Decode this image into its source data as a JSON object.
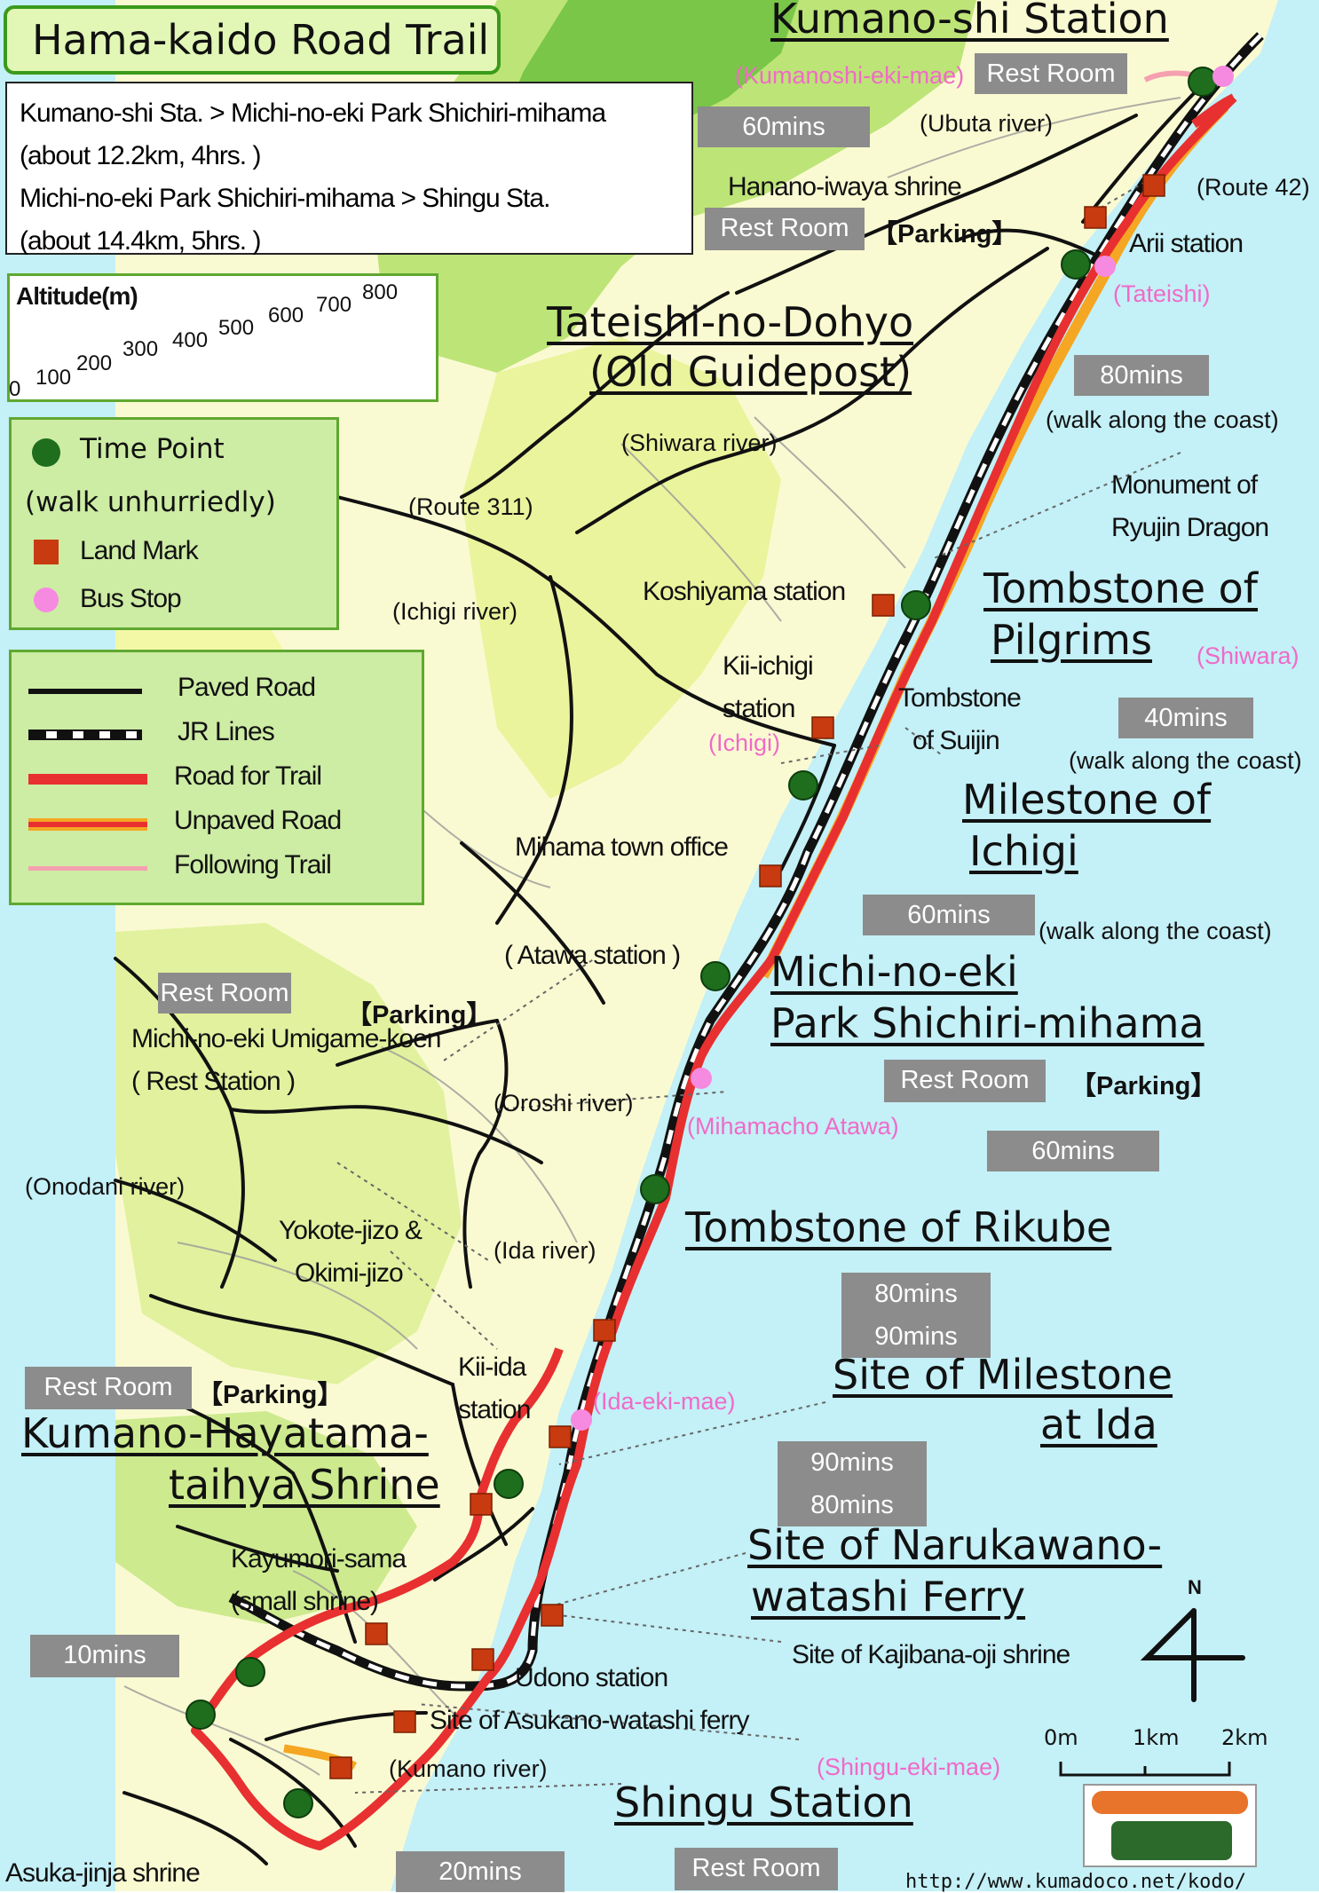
{
  "title": "Hama-kaido Road Trail",
  "route_info": [
    "Kumano-shi Sta. > Michi-no-eki Park Shichiri-mihama",
    "(about 12.2km, 4hrs. )",
    "Michi-no-eki Park Shichiri-mihama > Shingu Sta.",
    "(about 14.4km, 5hrs. )"
  ],
  "altitude": {
    "label": "Altitude(m)",
    "values": [
      "0",
      "100",
      "200",
      "300",
      "400",
      "500",
      "600",
      "700",
      "800"
    ],
    "colors": [
      "#f7f7a0",
      "#eef78a",
      "#dff07a",
      "#c7e86a",
      "#a8dc58",
      "#86cc44",
      "#5cb934",
      "#3aa228",
      "#1f8a1e"
    ]
  },
  "legend_points": {
    "time_point": "Time Point",
    "time_point_note": "(walk unhurriedly)",
    "land_mark": "Land Mark",
    "bus_stop": "Bus Stop"
  },
  "legend_lines": {
    "paved": "Paved Road",
    "jr": "JR Lines",
    "trail": "Road for Trail",
    "unpaved": "Unpaved Road",
    "following": "Following Trail"
  },
  "colors": {
    "sea": "#c4f0f7",
    "land": "#fafad2",
    "trail": "#e83030",
    "unpaved": "#f5a623",
    "time_point": "#1e6e1e",
    "land_mark": "#c83a10",
    "bus_stop": "#f58ae0",
    "badge": "#8c8c8c",
    "following": "#f5a0b0"
  },
  "labels": {
    "kumanoshi_station": "Kumano-shi Station",
    "kumanoshi_ekimae": "(Kumanoshi-eki-mae)",
    "ubuta_river": "(Ubuta river)",
    "hanano_iwaya": "Hanano-iwaya shrine",
    "route42": "(Route 42)",
    "arii_station": "Arii station",
    "tateishi": "(Tateishi)",
    "tateishi_dohyo_1": "Tateishi-no-Dohyo",
    "tateishi_dohyo_2": "(Old Guidepost)",
    "walk_coast": "(walk along the coast)",
    "shiwara_river": "(Shiwara river)",
    "route311": "(Route 311)",
    "monument_1": "Monument of",
    "monument_2": "Ryujin Dragon",
    "ichigi_river": "(Ichigi river)",
    "koshiyama": "Koshiyama station",
    "tomb_pilgrims_1": "Tombstone of",
    "tomb_pilgrims_2": "Pilgrims",
    "shiwara": "(Shiwara)",
    "kii_ichigi_1": "Kii-ichigi",
    "kii_ichigi_2": "station",
    "ichigi": "(Ichigi)",
    "tomb_suijin_1": "Tombstone",
    "tomb_suijin_2": "of Suijin",
    "milestone_ichigi_1": "Milestone of",
    "milestone_ichigi_2": "Ichigi",
    "mihama_office": "Mihama town office",
    "atawa": "( Atawa station )",
    "michinoeki_1": "Michi-no-eki",
    "michinoeki_2": "Park Shichiri-mihama",
    "umigame_1": "Michi-no-eki Umigame-koen",
    "umigame_2": "( Rest Station )",
    "oroshi_river": "(Oroshi river)",
    "mihamacho_atawa": "(Mihamacho Atawa)",
    "onodani_river": "(Onodani river)",
    "tomb_rikube": "Tombstone of Rikube",
    "yokote_1": "Yokote-jizo &",
    "yokote_2": "Okimi-jizo",
    "ida_river": "(Ida river)",
    "milestone_ida_1": "Site of Milestone",
    "milestone_ida_2": "at   Ida",
    "kii_ida_1": "Kii-ida",
    "kii_ida_2": "station",
    "ida_ekimae": "(Ida-eki-mae)",
    "hayatama_1": "Kumano-Hayatama-",
    "hayatama_2": "taihya Shrine",
    "kayumori_1": "Kayumori-sama",
    "kayumori_2": "(small shrine)",
    "narukawano_1": "Site of Narukawano-",
    "narukawano_2": "watashi Ferry",
    "kajibana": "Site of Kajibana-oji shrine",
    "udono": "Udono station",
    "asukano": "Site of Asukano-watashi ferry",
    "kumano_river": "(Kumano river)",
    "shingu_ekimae": "(Shingu-eki-mae)",
    "shingu_station": "Shingu Station",
    "asuka_jinja": "Asuka-jinja shrine",
    "url": "http://www.kumadoco.net/kodo/"
  },
  "badges": {
    "rest_room": "Rest Room",
    "parking": "【Parking】",
    "m60": "60mins",
    "m80": "80mins",
    "m40": "40mins",
    "m90": "90mins",
    "m10": "10mins",
    "m20": "20mins"
  },
  "scale": {
    "north": "N",
    "km0": "0m",
    "km1": "1km",
    "km2": "2km"
  }
}
